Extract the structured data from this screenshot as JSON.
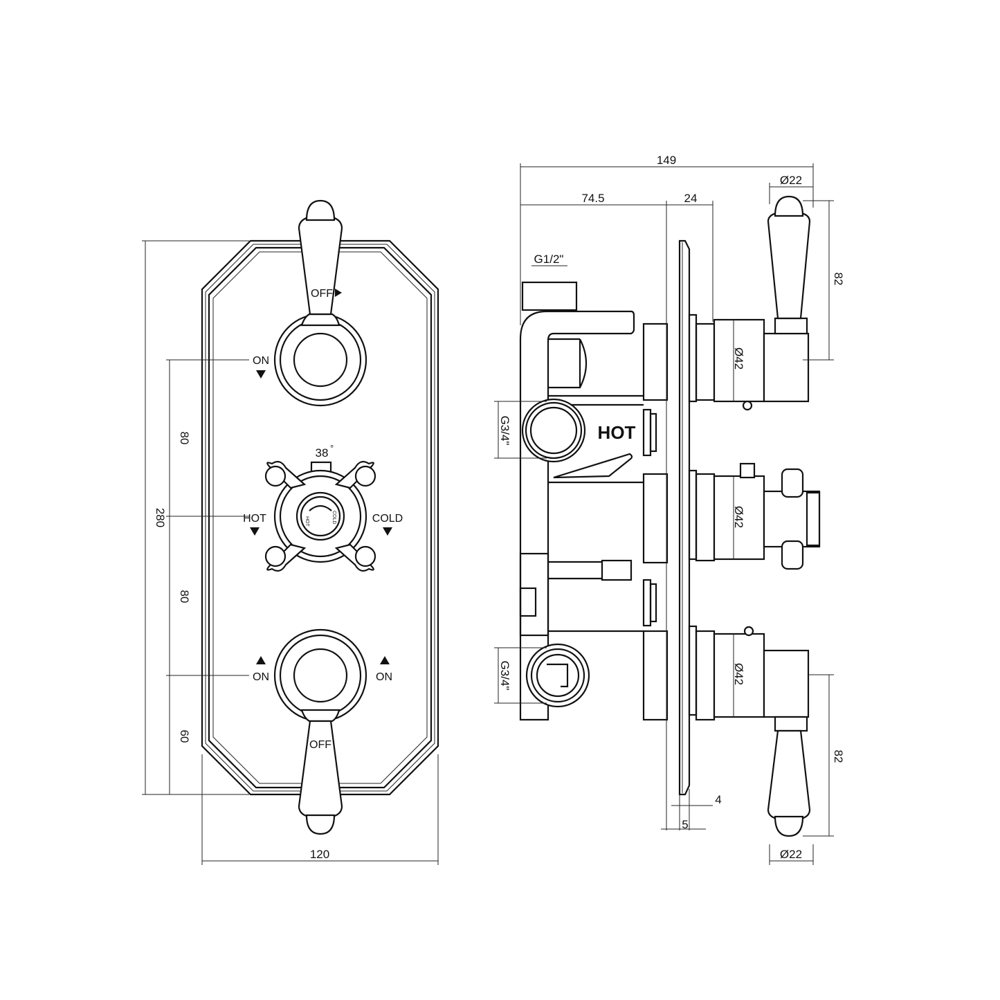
{
  "front_view": {
    "dims": {
      "height_total": "280",
      "spacing_upper": "80",
      "spacing_lower": "80",
      "spacing_bottom": "60",
      "width": "120"
    },
    "labels": {
      "top_off": "OFF",
      "top_on": "ON",
      "temp": "38",
      "degree": "°",
      "hot": "HOT",
      "cold": "COLD",
      "bottom_on_left": "ON",
      "bottom_on_right": "ON",
      "bottom_off": "OFF",
      "dial_hot": "HOT",
      "dial_cold": "COLD"
    }
  },
  "side_view": {
    "dims": {
      "total_depth": "149",
      "body_depth": "74.5",
      "collar": "24",
      "lever_dia_top": "Ø22",
      "lever_dia_bottom": "Ø22",
      "lever_len_top": "82",
      "lever_len_bottom": "82",
      "outlet_thread": "G1/2\"",
      "inlet_hot_thread": "G3/4\"",
      "inlet_cold_thread": "G3/4\"",
      "spindle_top": "Ø42",
      "spindle_mid": "Ø42",
      "spindle_bottom": "Ø42",
      "plate_thickness": "4",
      "plate_gap": "5"
    },
    "labels": {
      "hot_inlet": "HOT"
    }
  }
}
